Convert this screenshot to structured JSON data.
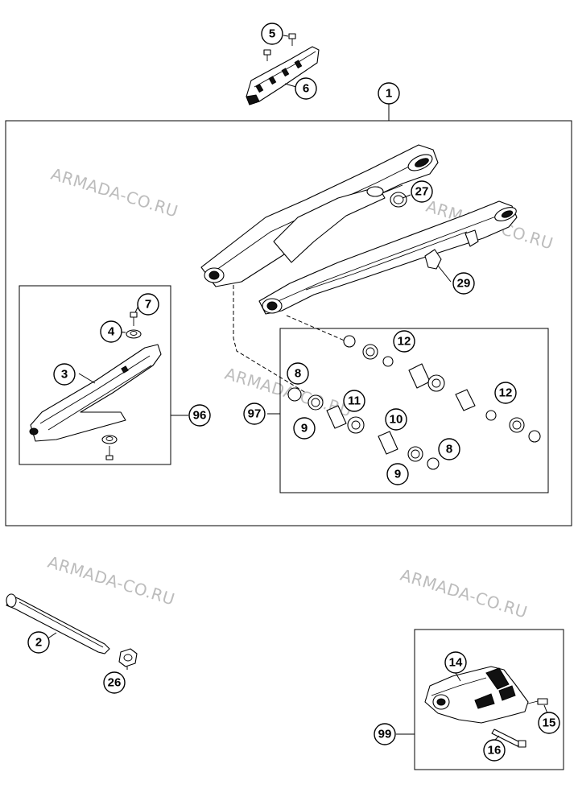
{
  "watermarks": [
    "ARMADA-CO.RU",
    "ARMADA-CO.RU",
    "ARMADA-CO.RU",
    "ARMADA-CO.RU",
    "ARMADA-CO.RU"
  ],
  "callouts": {
    "c1": "1",
    "c2": "2",
    "c3": "3",
    "c4": "4",
    "c5": "5",
    "c6": "6",
    "c7": "7",
    "c8a": "8",
    "c8b": "8",
    "c9a": "9",
    "c9b": "9",
    "c10": "10",
    "c11": "11",
    "c12a": "12",
    "c12b": "12",
    "c14": "14",
    "c15": "15",
    "c16": "16",
    "c26": "26",
    "c27": "27",
    "c29": "29",
    "c96": "96",
    "c97": "97",
    "c99": "99"
  }
}
